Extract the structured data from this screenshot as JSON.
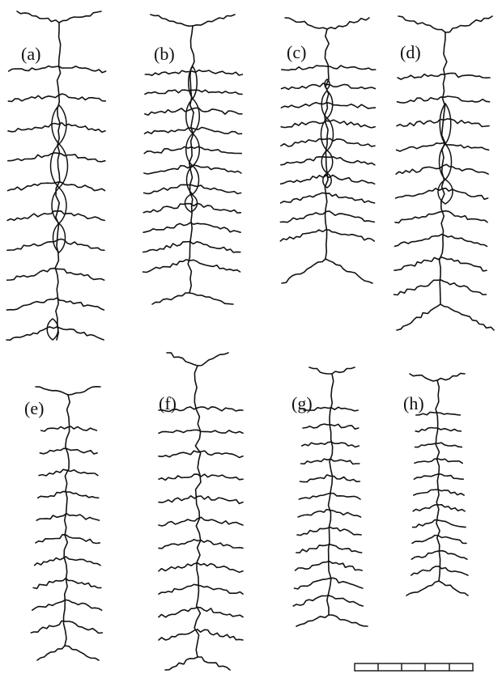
{
  "panels": [
    {
      "id": "a",
      "label": "(a)"
    },
    {
      "id": "b",
      "label": "(b)"
    },
    {
      "id": "c",
      "label": "(c)"
    },
    {
      "id": "d",
      "label": "(d)"
    },
    {
      "id": "e",
      "label": "(e)"
    },
    {
      "id": "f",
      "label": "(f)"
    },
    {
      "id": "g",
      "label": "(g)"
    },
    {
      "id": "h",
      "label": "(h)"
    }
  ],
  "scale_bar": {
    "segments": 5
  }
}
